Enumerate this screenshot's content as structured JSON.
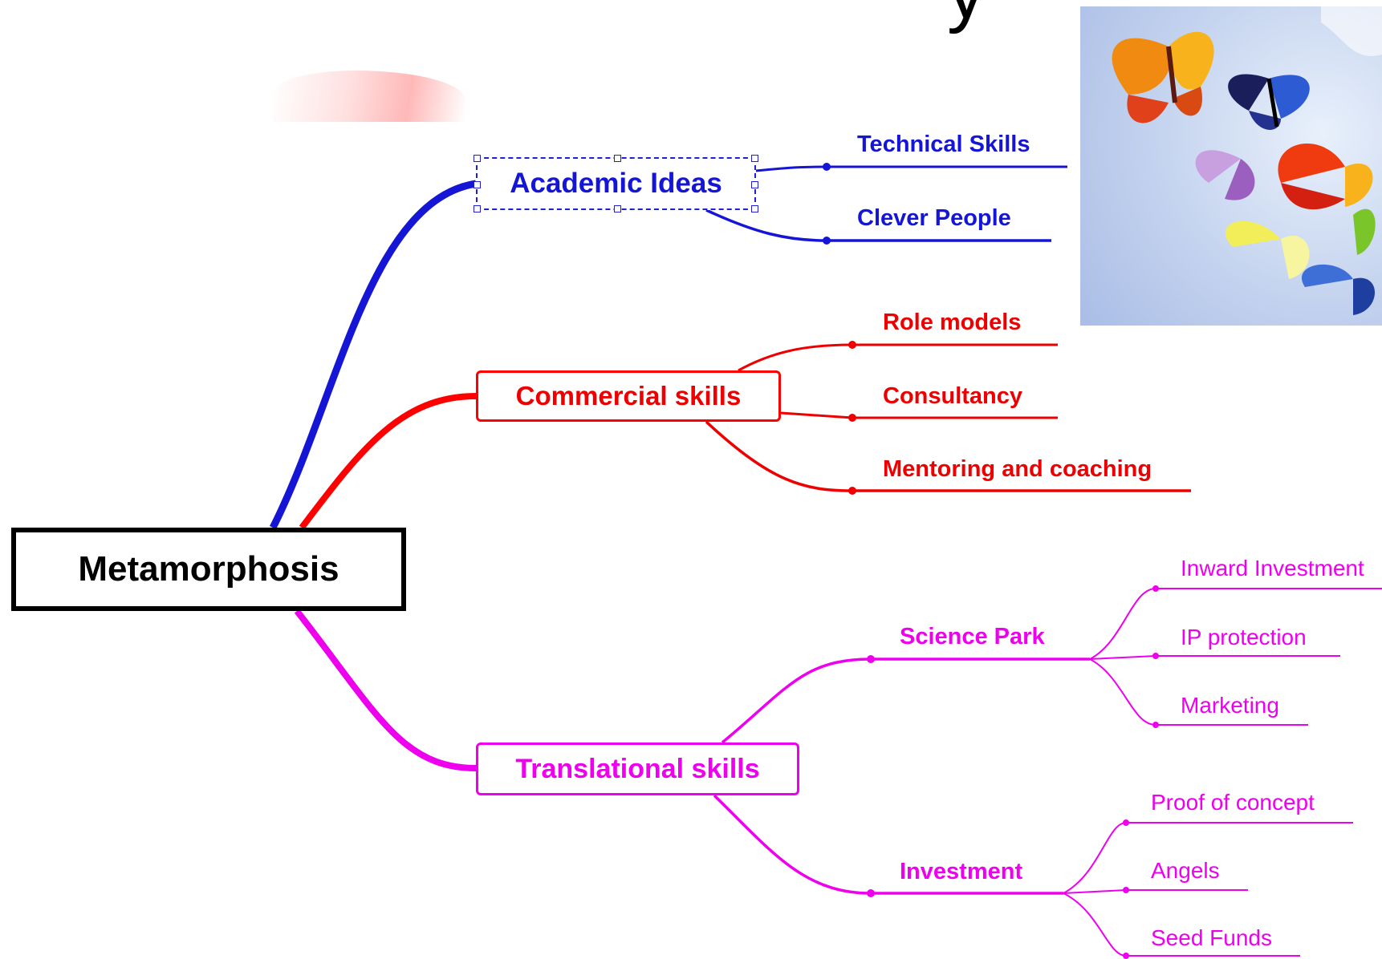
{
  "title_fragment": "y",
  "colors": {
    "root": "#000000",
    "academic": "#1515d6",
    "commercial": "#ee0000",
    "translational": "#ee00ee"
  },
  "root": {
    "label": "Metamorphosis"
  },
  "branches": [
    {
      "id": "academic",
      "label": "Academic Ideas",
      "selected": true,
      "children": [
        {
          "label": "Technical Skills"
        },
        {
          "label": "Clever People"
        }
      ]
    },
    {
      "id": "commercial",
      "label": "Commercial skills",
      "children": [
        {
          "label": "Role models"
        },
        {
          "label": "Consultancy"
        },
        {
          "label": "Mentoring and coaching"
        }
      ]
    },
    {
      "id": "translational",
      "label": "Translational skills",
      "children": [
        {
          "label": "Science Park",
          "children": [
            {
              "label": "Inward Investment"
            },
            {
              "label": "IP protection"
            },
            {
              "label": "Marketing"
            }
          ]
        },
        {
          "label": "Investment",
          "children": [
            {
              "label": "Proof of concept"
            },
            {
              "label": "Angels"
            },
            {
              "label": "Seed Funds"
            }
          ]
        }
      ]
    }
  ],
  "photo": {
    "subject": "butterflies-image"
  }
}
